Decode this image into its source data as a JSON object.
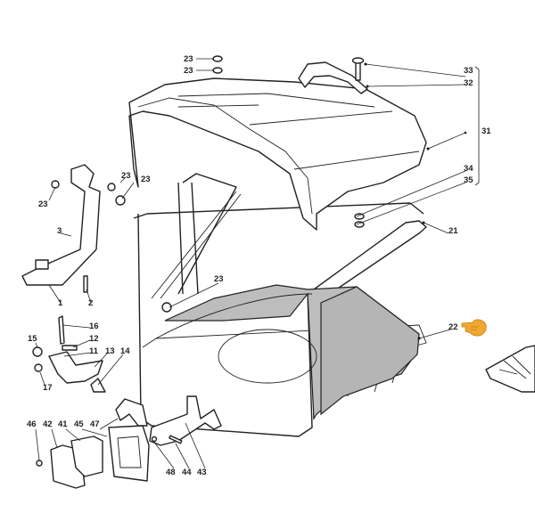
{
  "diagram": {
    "title": "Grass catcher exploded parts view",
    "colors": {
      "line": "#222222",
      "bag_fill": "#bdbdbd",
      "pointer": "#f0a830"
    },
    "callouts": [
      {
        "id": "c23a",
        "text": "23"
      },
      {
        "id": "c23b",
        "text": "23"
      },
      {
        "id": "c33",
        "text": "33"
      },
      {
        "id": "c32",
        "text": "32"
      },
      {
        "id": "c31",
        "text": "31"
      },
      {
        "id": "c34",
        "text": "34"
      },
      {
        "id": "c35",
        "text": "35"
      },
      {
        "id": "c21",
        "text": "21"
      },
      {
        "id": "c22",
        "text": "22"
      },
      {
        "id": "c23c",
        "text": "23"
      },
      {
        "id": "c23d",
        "text": "23"
      },
      {
        "id": "c23e",
        "text": "23"
      },
      {
        "id": "c3",
        "text": "3"
      },
      {
        "id": "c1",
        "text": "1"
      },
      {
        "id": "c2",
        "text": "2"
      },
      {
        "id": "c23f",
        "text": "23"
      },
      {
        "id": "c16",
        "text": "16"
      },
      {
        "id": "c12",
        "text": "12"
      },
      {
        "id": "c11",
        "text": "11"
      },
      {
        "id": "c15",
        "text": "15"
      },
      {
        "id": "c13",
        "text": "13"
      },
      {
        "id": "c14",
        "text": "14"
      },
      {
        "id": "c17",
        "text": "17"
      },
      {
        "id": "c46",
        "text": "46"
      },
      {
        "id": "c42",
        "text": "42"
      },
      {
        "id": "c41",
        "text": "41"
      },
      {
        "id": "c45",
        "text": "45"
      },
      {
        "id": "c47",
        "text": "47"
      },
      {
        "id": "c48",
        "text": "48"
      },
      {
        "id": "c44",
        "text": "44"
      },
      {
        "id": "c43",
        "text": "43"
      }
    ],
    "pointer_icon": "hand-pointing-right-icon"
  }
}
